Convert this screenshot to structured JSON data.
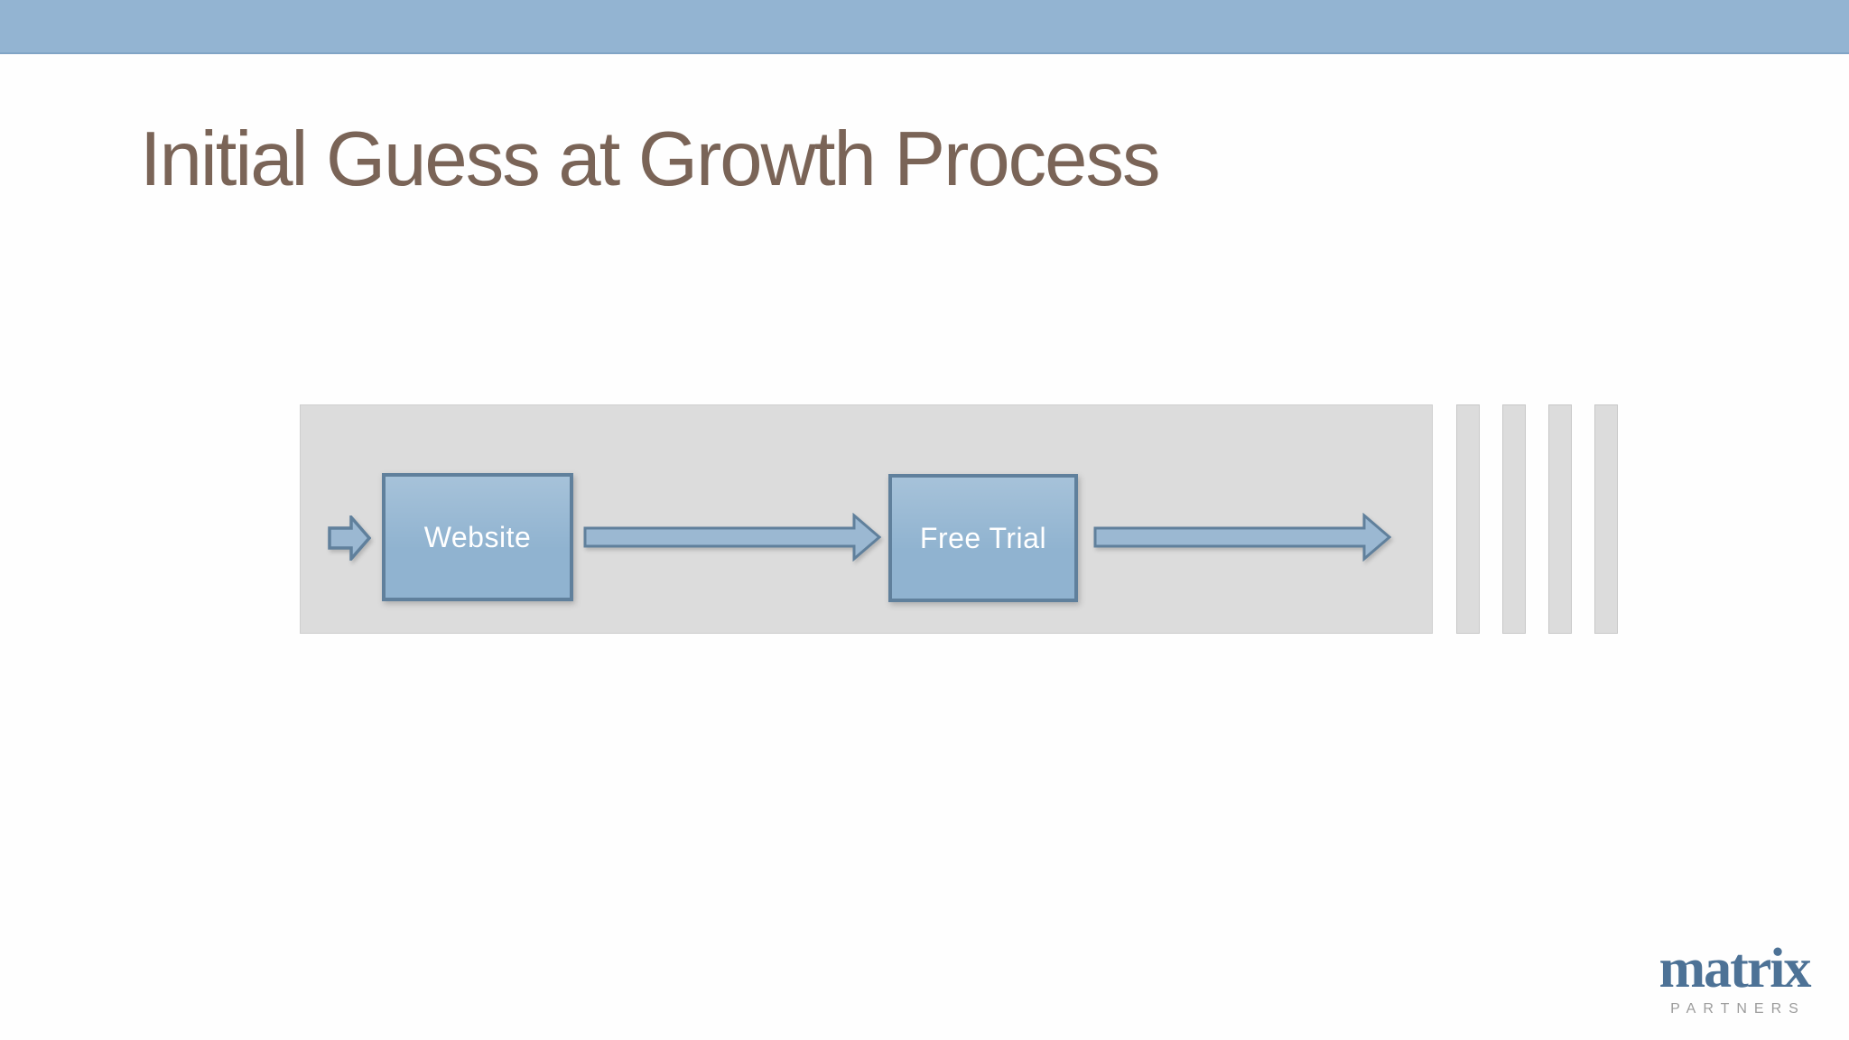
{
  "slide": {
    "title": "Initial Guess at Growth Process"
  },
  "diagram": {
    "nodes": [
      {
        "id": "website",
        "label": "Website"
      },
      {
        "id": "free-trial",
        "label": "Free Trial"
      }
    ],
    "placeholder_bar_count": 4
  },
  "footer": {
    "logo": "matrix",
    "logo_tagline": "PARTNERS"
  },
  "colors": {
    "header-bar": "#93b4d2",
    "header-bar-edge": "#80a4c5",
    "title-text": "#7a6457",
    "panel-bg": "#dcdcdc",
    "panel-border": "#cfcfcf",
    "node-fill": "#90b3d0",
    "node-border": "#60809c",
    "node-text": "#ffffff",
    "arrow-fill": "#9bb8d2",
    "arrow-border": "#60809c",
    "bar-fill": "#dcdcdc",
    "bar-border": "#c8c8c8",
    "logo-blue": "#4d7296",
    "logo-gray": "#9c9c9c"
  }
}
